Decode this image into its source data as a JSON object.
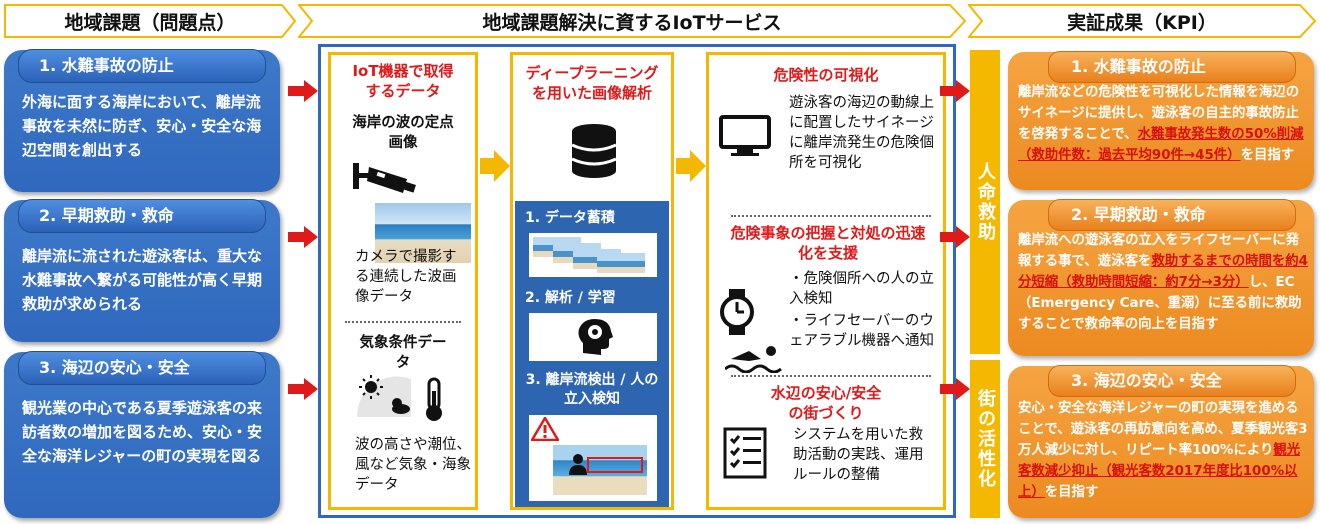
{
  "headers": {
    "left": "地域課題（問題点）",
    "center": "地域課題解決に資するIoTサービス",
    "right": "実証成果（KPI）"
  },
  "issues": [
    {
      "title": "1. 水難事故の防止",
      "text": "外海に面する海岸において、離岸流事故を未然に防ぎ、安心・安全な海辺空間を創出する"
    },
    {
      "title": "2. 早期救助・救命",
      "text": "離岸流に流された遊泳客は、重大な水難事故へ繋がる可能性が高く早期救助が求められる"
    },
    {
      "title": "3. 海辺の安心・安全",
      "text": "観光業の中心である夏季遊泳客の来訪者数の増加を図るため、安心・安全な海洋レジャーの町の実現を図る"
    }
  ],
  "data_col": {
    "title": "IoT機器で取得するデータ",
    "wave_title": "海岸の波の定点画像",
    "wave_text": "カメラで撮影する連続した波画像データ",
    "weather_title": "気象条件データ",
    "weather_text": "波の高さや潮位、風など気象・海象データ"
  },
  "analysis_col": {
    "title": "ディープラーニングを用いた画像解析",
    "steps": [
      "1. データ蓄積",
      "2. 解析 / 学習",
      "3. 離岸流検出 / 人の立入検知"
    ]
  },
  "service_col": {
    "s1_title": "危険性の可視化",
    "s1_text": "遊泳客の海辺の動線上に配置したサイネージに離岸流発生の危険個所を可視化",
    "s2_title": "危険事象の把握と対処の迅速化を支援",
    "s2_items": [
      "・危険個所への人の立入検知",
      "・ライフセーバーのウェアラブル機器へ通知"
    ],
    "s3_title": "水辺の安心/安全の街づくり",
    "s3_text": "システムを用いた救助活動の実践、運用ルールの整備"
  },
  "side_labels": {
    "top": "人命救助",
    "bottom": "街の活性化"
  },
  "results": [
    {
      "title": "1. 水難事故の防止",
      "pre": "離岸流などの危険性を可視化した情報を海辺のサイネージに提供し、遊泳客の自主的事故防止を啓発することで、",
      "hl": "水難事故発生数の50%削減（救助件数：過去平均90件→45件）",
      "post": "を目指す"
    },
    {
      "title": "2. 早期救助・救命",
      "pre": "離岸流への遊泳客の立入をライフセーバーに発報する事で、遊泳客を",
      "hl": "救助するまでの時間を約4分短縮（救助時間短縮：約7分→3分）",
      "post": "し、EC（Emergency Care、重溺）に至る前に救助することで救命率の向上を目指す"
    },
    {
      "title": "3. 海辺の安心・安全",
      "pre": "安心・安全な海洋レジャーの町の実現を進めることで、遊泳客の再訪意向を高め、夏季観光客3万人減少に対し、リピート率100%により",
      "hl": "観光客数減少抑止（観光客数2017年度比100%以上）",
      "post": "を目指す"
    }
  ],
  "colors": {
    "blue": "#2f68bd",
    "orange": "#ec8a20",
    "yellow": "#f5b800",
    "red": "#e01919"
  }
}
